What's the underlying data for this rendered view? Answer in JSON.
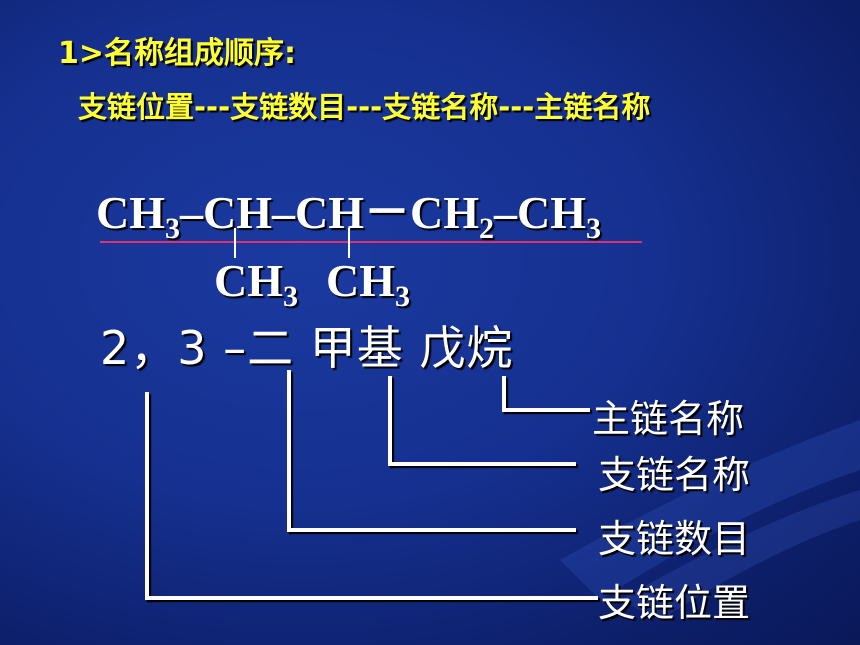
{
  "heading": "1>名称组成顺序:",
  "order": "支链位置---支链数目---支链名称---主链名称",
  "formula": {
    "main_chain": {
      "c1": "CH",
      "c1_sub": "3",
      "b1": "–",
      "c2": "CH",
      "b2": "–",
      "c3": "CH",
      "b3": "－",
      "c4": "CH",
      "c4_sub": "2",
      "b4": "–",
      "c5": "CH",
      "c5_sub": "3"
    },
    "branch_1": {
      "text": "CH",
      "sub": "3"
    },
    "branch_2": {
      "text": "CH",
      "sub": "3"
    }
  },
  "compound_name": {
    "positions": "2，3",
    "dash": "–",
    "count": "二",
    "branch": "甲基",
    "main": "戊烷"
  },
  "labels": {
    "main_chain_name": "主链名称",
    "branch_name": "支链名称",
    "branch_count": "支链数目",
    "branch_position": "支链位置"
  },
  "colors": {
    "background": "#15308f",
    "heading": "#ffff33",
    "text": "#ffffff",
    "underline": "#e0306f"
  }
}
